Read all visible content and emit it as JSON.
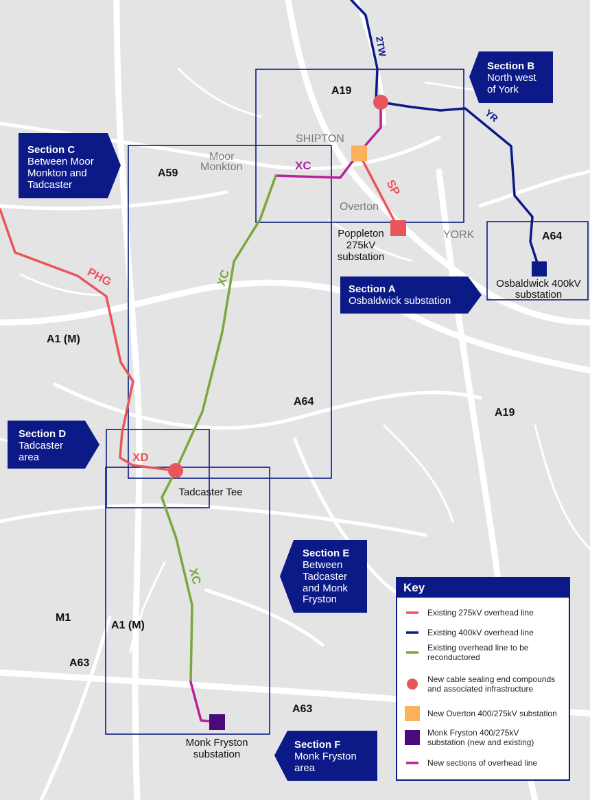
{
  "sections": {
    "b": {
      "title": "Section B",
      "lines": [
        "North west",
        "of York"
      ]
    },
    "c": {
      "title": "Section C",
      "lines": [
        "Between Moor",
        "Monkton and",
        "Tadcaster"
      ]
    },
    "a": {
      "title": "Section A",
      "lines": [
        "Osbaldwick substation"
      ]
    },
    "d": {
      "title": "Section D",
      "lines": [
        "Tadcaster",
        "area"
      ]
    },
    "e": {
      "title": "Section E",
      "lines": [
        "Between",
        "Tadcaster",
        "and Monk",
        "Fryston"
      ]
    },
    "f": {
      "title": "Section F",
      "lines": [
        "Monk Fryston",
        "area"
      ]
    }
  },
  "roads": {
    "a19_north": "A19",
    "a59": "A59",
    "a64_east": "A64",
    "a64_mid": "A64",
    "a19_east": "A19",
    "a1m_north": "A1 (M)",
    "a1m_south": "A1 (M)",
    "m1": "M1",
    "a63_west": "A63",
    "a63_south": "A63"
  },
  "places": {
    "shipton": "SHIPTON",
    "moor_monkton": [
      "Moor",
      "Monkton"
    ],
    "overton": "Overton",
    "york": "YORK"
  },
  "substations": {
    "poppleton": [
      "Poppleton",
      "275kV",
      "substation"
    ],
    "osbaldwick": [
      "Osbaldwick 400kV",
      "substation"
    ],
    "tadcaster_tee": "Tadcaster Tee",
    "monk_fryston": [
      "Monk Fryston",
      "substation"
    ]
  },
  "line_codes": {
    "twotw": "2TW",
    "yr": "YR",
    "xc_top": "XC",
    "sp": "SP",
    "phg": "PHG",
    "xc_mid": "XC",
    "xd": "XD",
    "xc_low": "XC"
  },
  "key": {
    "title": "Key",
    "items": [
      {
        "lines": [
          "Existing 275kV overhead line"
        ],
        "symbol": "line",
        "color": "#e8555a"
      },
      {
        "lines": [
          "Existing 400kV overhead line"
        ],
        "symbol": "line",
        "color": "#0b1a87"
      },
      {
        "lines": [
          "Existing overhead line to be",
          "reconductored"
        ],
        "symbol": "line",
        "color": "#7aa73a"
      },
      {
        "lines": [
          "New cable sealing end compounds",
          "and associated infrastructure"
        ],
        "symbol": "circle",
        "color": "#e8555a"
      },
      {
        "lines": [
          "New Overton 400/275kV substation"
        ],
        "symbol": "square",
        "color": "#fbb25a"
      },
      {
        "lines": [
          "Monk Fryston 400/275kV",
          "substation (new and existing)"
        ],
        "symbol": "square",
        "color": "#4b0a7a"
      },
      {
        "lines": [
          "New sections of overhead line"
        ],
        "symbol": "line",
        "color": "#b8219a"
      }
    ]
  },
  "colors": {
    "line_275kv": "#e8555a",
    "line_400kv": "#0b1a87",
    "line_reconductor": "#7aa73a",
    "line_new": "#b8219a",
    "sealing_end": "#e8555a",
    "overton": "#fbb25a",
    "monk_fryston": "#4b0a7a",
    "banner": "#0b1a87"
  }
}
